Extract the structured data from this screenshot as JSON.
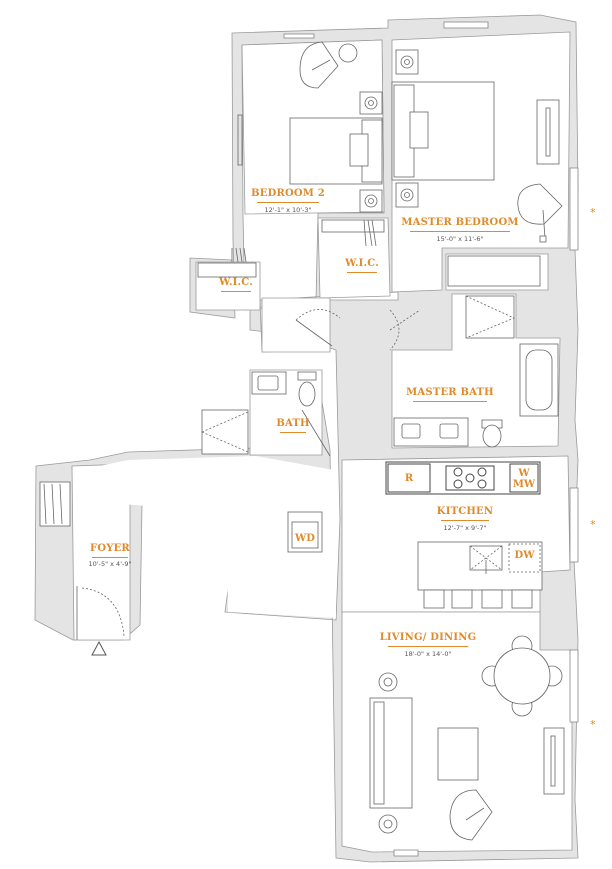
{
  "rooms": {
    "bedroom2": {
      "name": "BEDROOM 2",
      "dims": "12'-1\" x 10'-3\""
    },
    "master_bedroom": {
      "name": "MASTER BEDROOM",
      "dims": "15'-0\" x 11'-6\""
    },
    "wic_left": {
      "name": "W.I.C."
    },
    "wic_center": {
      "name": "W.I.C."
    },
    "master_bath": {
      "name": "MASTER BATH"
    },
    "bath": {
      "name": "BATH"
    },
    "kitchen": {
      "name": "KITCHEN",
      "dims": "12'-7\" x 9'-7\""
    },
    "foyer": {
      "name": "FOYER",
      "dims": "10'-5\" x 4'-9\""
    },
    "living_dining": {
      "name": "LIVING/ DINING",
      "dims": "18'-0\" x 14'-0\""
    }
  },
  "appliances": {
    "refrigerator": "R",
    "wall_oven": "W",
    "microwave": "MW",
    "dishwasher": "DW",
    "washer_dryer": "WD"
  },
  "window_marks": [
    "*",
    "*",
    "*"
  ],
  "colors": {
    "accent": "#e08a2a",
    "wall": "#e4e4e4",
    "outline": "#9a9a9a"
  }
}
